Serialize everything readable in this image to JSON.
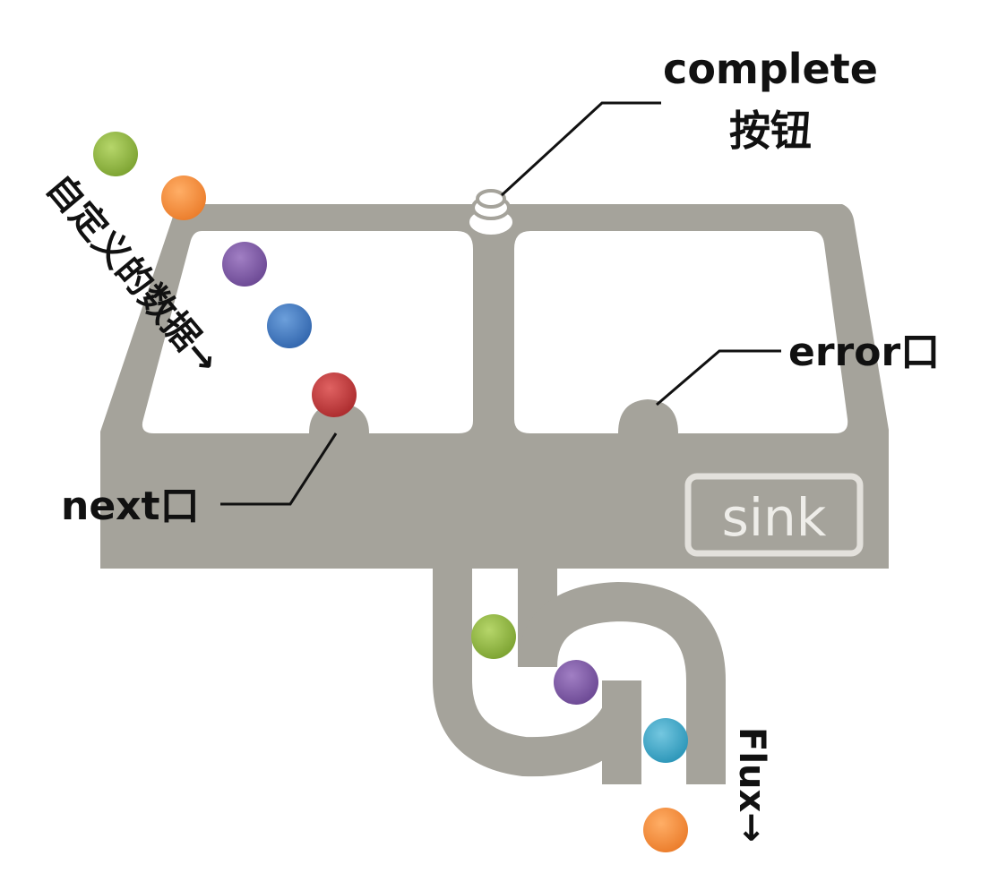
{
  "labels": {
    "complete_line1": "complete",
    "complete_line2": "按钮",
    "error_port": "error口",
    "next_port": "next口",
    "custom_data": "自定义的数据→",
    "sink": "sink",
    "flux": "Flux→"
  },
  "colors": {
    "pipe": "#a5a39b",
    "pipe_light": "#bcbab3",
    "background": "#ffffff",
    "text": "#111111",
    "ball_green": "#8fb63f",
    "ball_orange": "#f38a3a",
    "ball_purple": "#7f5aa6",
    "ball_blue": "#3f7cc4",
    "ball_red": "#c0393b",
    "ball_cyan": "#3fa9c9"
  }
}
